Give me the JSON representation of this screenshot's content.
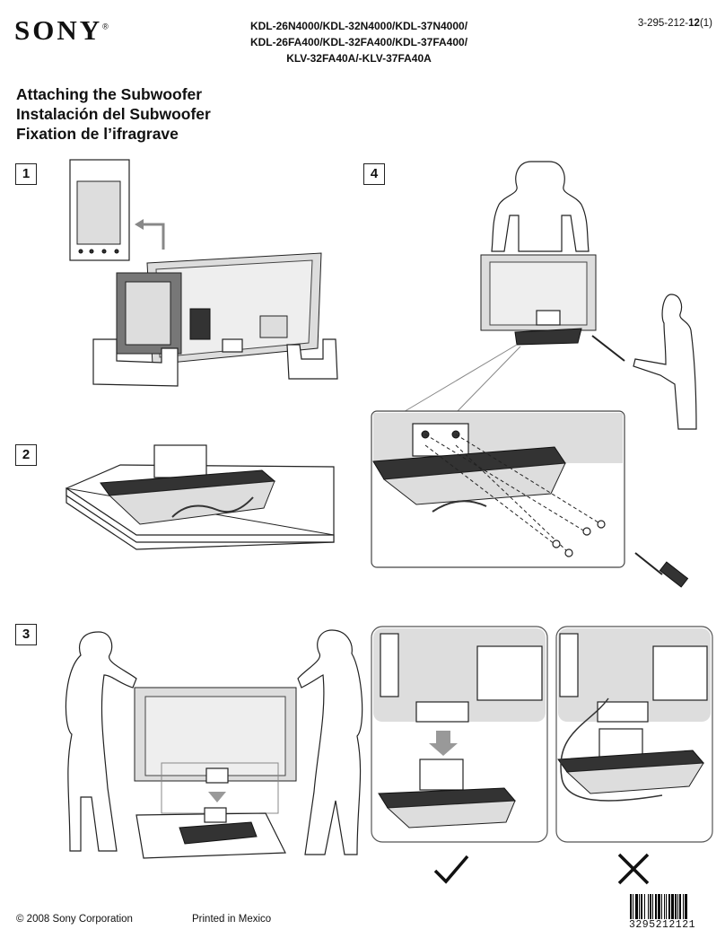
{
  "brand": "SONY",
  "models": [
    "KDL-26N4000/KDL-32N4000/KDL-37N4000/",
    "KDL-26FA400/KDL-32FA400/KDL-37FA400/",
    "KLV-32FA40A/-KLV-37FA40A"
  ],
  "doc_number": "3-295-212-12(1)",
  "titles": [
    "Attaching the Subwoofer",
    "Instalación del Subwoofer",
    "Fixation de l’ifragrave"
  ],
  "steps": [
    "1",
    "2",
    "3",
    "4"
  ],
  "footer": {
    "copyright": "© 2008 Sony Corporation",
    "printed": "Printed in Mexico"
  },
  "barcode_number": "3295212121",
  "marks": {
    "ok": "check-mark-icon",
    "ng": "cross-mark-icon"
  }
}
